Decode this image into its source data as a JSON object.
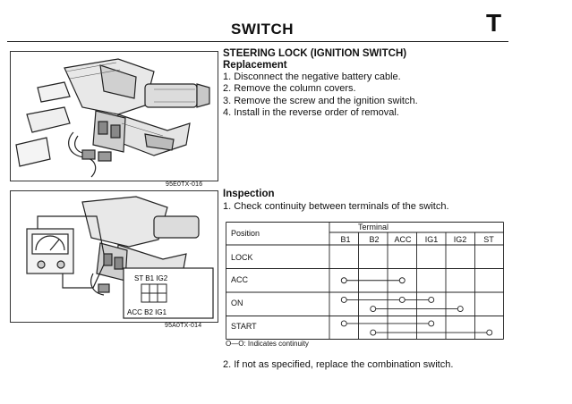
{
  "header": {
    "title": "SWITCH",
    "section_letter": "T"
  },
  "figures": {
    "fig1_caption": "95E0TX-016",
    "fig2_caption": "95A0TX-014",
    "connector_labels_top": "ST B1 IG2",
    "connector_labels_bottom": "ACC B2 IG1"
  },
  "section": {
    "title": "STEERING LOCK (IGNITION SWITCH)",
    "subtitle": "Replacement",
    "steps": [
      "1. Disconnect the negative battery cable.",
      "2. Remove the column covers.",
      "3. Remove the screw and the ignition switch.",
      "4. Install in the reverse order of removal."
    ]
  },
  "inspection": {
    "title": "Inspection",
    "step1": "1. Check continuity between terminals of the switch.",
    "step2": "2. If not as specified, replace the combination switch.",
    "legend": "O—O: Indicates continuity"
  },
  "table": {
    "position_header": "Position",
    "terminal_header": "Terminal",
    "columns": [
      "B1",
      "B2",
      "ACC",
      "IG1",
      "IG2",
      "ST"
    ],
    "rows": [
      {
        "label": "LOCK",
        "groups": []
      },
      {
        "label": "ACC",
        "groups": [
          [
            "B1",
            "ACC"
          ]
        ]
      },
      {
        "label": "ON",
        "groups": [
          [
            "B1",
            "ACC",
            "IG1"
          ],
          [
            "B2",
            "IG2"
          ]
        ]
      },
      {
        "label": "START",
        "groups": [
          [
            "B1",
            "IG1"
          ],
          [
            "B2",
            "ST"
          ]
        ]
      }
    ]
  }
}
